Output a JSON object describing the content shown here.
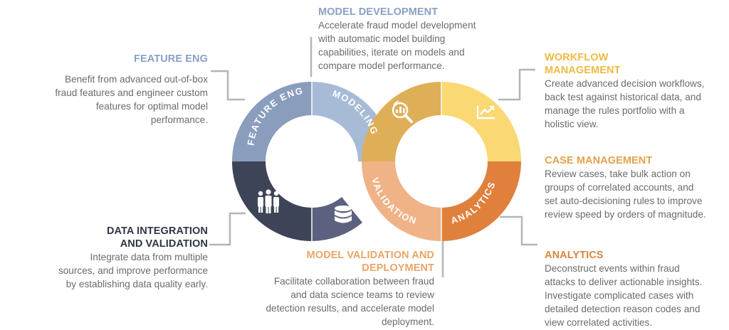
{
  "colors": {
    "feature_eng": "#8a9dbd",
    "modeling": "#a7bbd6",
    "data_integration_a": "#3e4458",
    "data_integration_b": "#5b617e",
    "validation": "#efb387",
    "analytics": "#e0803d",
    "workflow": "#fad873",
    "case_mgmt": "#dfaf57",
    "title_blue": "#8aa0c6",
    "title_navy": "#2f3547",
    "title_gold": "#f0b941",
    "title_orange": "#e9a566",
    "title_amber": "#e2a24c",
    "title_dark_orange": "#d9863d",
    "body_gray": "#6b6b6b",
    "connector_gray": "#b5b5b5"
  },
  "ring_labels": {
    "feature_eng": "FEATURE ENG",
    "modeling": "MODELING",
    "validation": "VALIDATION",
    "analytics": "ANALYTICS"
  },
  "icons": {
    "people": "people-icon",
    "database": "database-icon",
    "magnifier": "magnifier-chart-icon",
    "trend": "trend-chart-icon"
  },
  "sections": {
    "model_development": {
      "title": "MODEL DEVELOPMENT",
      "lines": [
        "Accelerate fraud model development",
        "with automatic model building",
        "capabilities, iterate on  models and",
        "compare model performance."
      ]
    },
    "feature_eng": {
      "title": "FEATURE ENG",
      "lines": [
        "Benefit from advanced out-of-box",
        "fraud features and engineer custom",
        "features for optimal model",
        "performance."
      ]
    },
    "workflow": {
      "title_lines": [
        "WORKFLOW",
        "MANAGEMENT"
      ],
      "lines": [
        "Create advanced decision workflows,",
        "back test against historical data, and",
        "manage the rules portfolio with a",
        "holistic view."
      ]
    },
    "case_management": {
      "title": "CASE MANAGEMENT",
      "lines": [
        "Review cases, take bulk action on",
        "groups of correlated accounts, and",
        "set auto-decisioning rules to improve",
        "review speed by orders of magnitude."
      ]
    },
    "data_integration": {
      "title_lines": [
        "DATA INTEGRATION",
        "AND VALIDATION"
      ],
      "lines": [
        "Integrate data from multiple",
        "sources, and improve performance",
        "by establishing data quality early."
      ]
    },
    "model_validation": {
      "title_lines": [
        "MODEL VALIDATION AND",
        "DEPLOYMENT"
      ],
      "lines": [
        "Facilitate collaboration between fraud",
        "and data science teams to review",
        "detection results, and accelerate model",
        "deployment."
      ]
    },
    "analytics": {
      "title": "ANALYTICS",
      "lines": [
        "Deconstruct events within fraud",
        "attacks to deliver actionable insights.",
        "Investigate complicated cases with",
        "detailed detection reason codes and",
        "view correlated activities."
      ]
    }
  }
}
